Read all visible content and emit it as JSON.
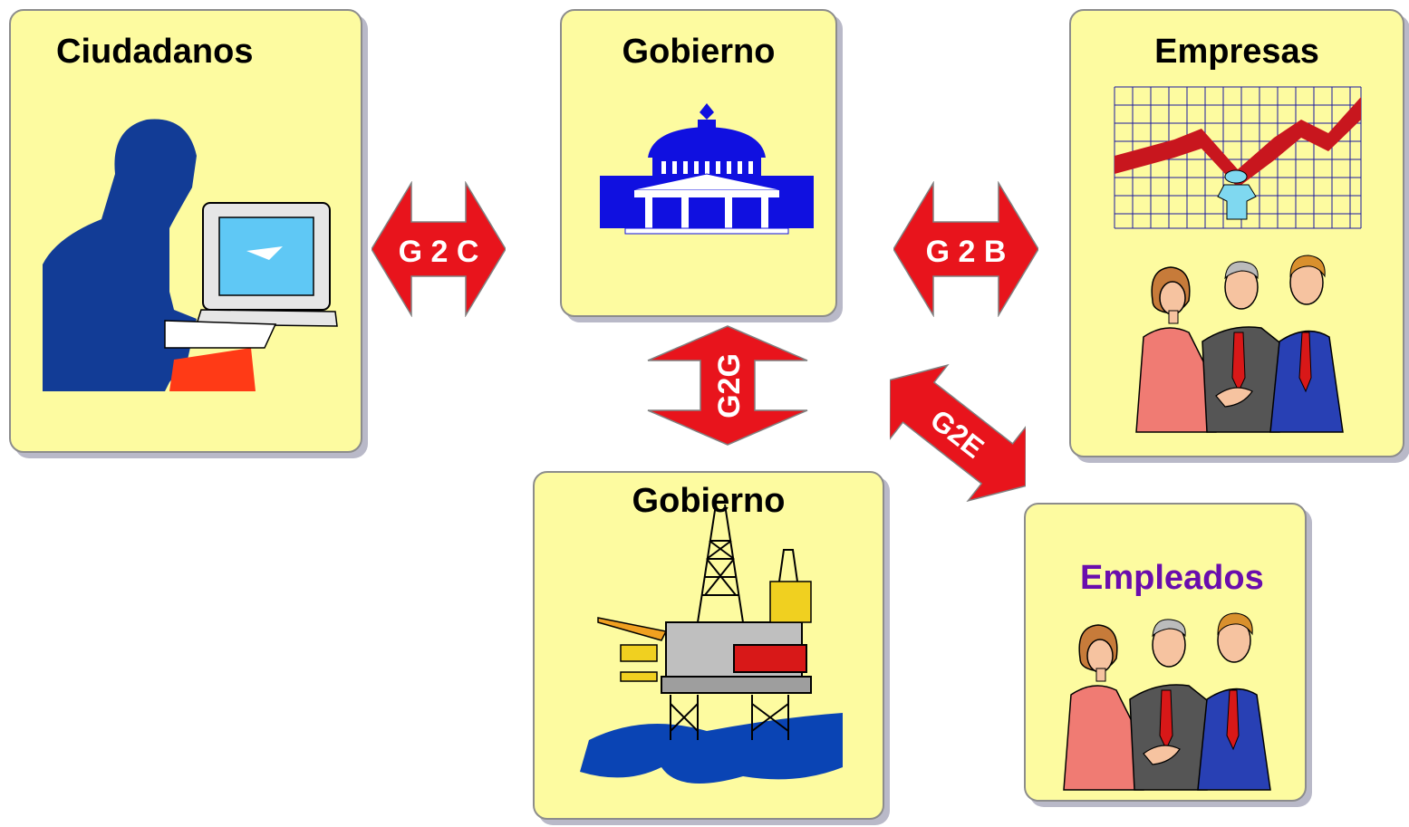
{
  "nodes": {
    "citizens": {
      "title": "Ciudadanos"
    },
    "government_top": {
      "title": "Gobierno"
    },
    "businesses": {
      "title": "Empresas"
    },
    "government_bottom": {
      "title": "Gobierno"
    },
    "employees": {
      "title": "Empleados"
    }
  },
  "edges": {
    "g2c": "G 2 C",
    "g2b": "G 2 B",
    "g2g": "G2G",
    "g2e": "G2E"
  },
  "colors": {
    "card_fill": "#fdfba0",
    "arrow_fill": "#e8141c",
    "arrow_text": "#ffffff",
    "employees_title": "#6a0dad",
    "building_blue": "#1010e0",
    "silhouette_blue": "#123c96"
  },
  "icons": {
    "citizens": "person-at-computer-icon",
    "government_top": "capitol-building-icon",
    "businesses_chart": "growth-chart-icon",
    "businesses_people": "handshake-people-icon",
    "government_bottom": "oil-platform-icon",
    "employees": "handshake-people-icon"
  }
}
